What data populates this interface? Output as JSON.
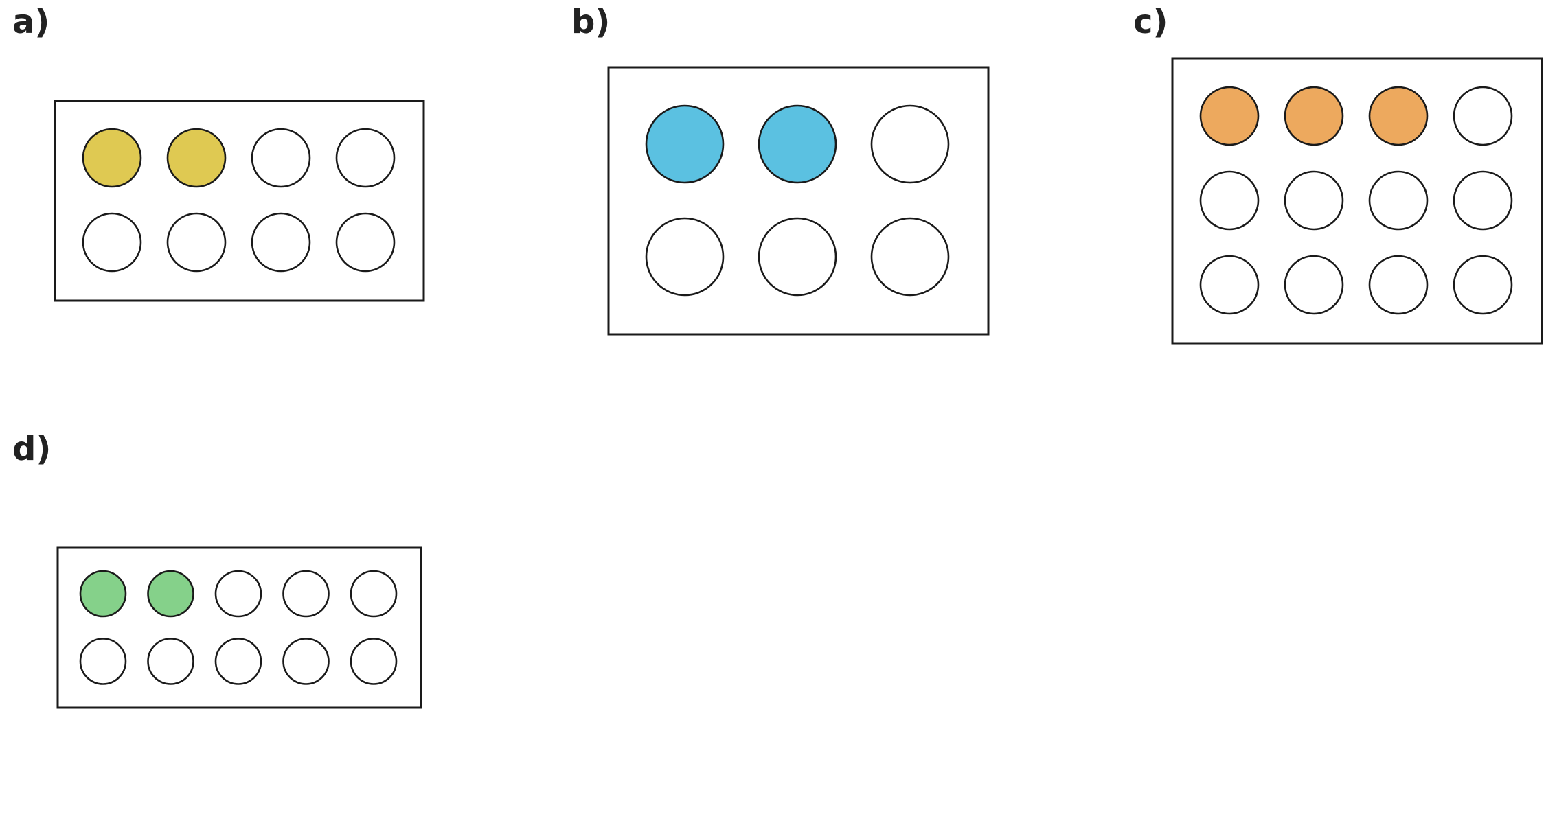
{
  "colors": {
    "outline": "#1a1a1a",
    "label": "#222222",
    "empty": "#ffffff"
  },
  "panels": [
    {
      "label": "a)",
      "rows": 2,
      "cols": 4,
      "filled": 2,
      "fill_color": "#dfc952"
    },
    {
      "label": "b)",
      "rows": 2,
      "cols": 3,
      "filled": 2,
      "fill_color": "#5bc1e1"
    },
    {
      "label": "c)",
      "rows": 3,
      "cols": 4,
      "filled": 3,
      "fill_color": "#eda95e"
    },
    {
      "label": "d)",
      "rows": 2,
      "cols": 5,
      "filled": 2,
      "fill_color": "#85d18a"
    }
  ]
}
